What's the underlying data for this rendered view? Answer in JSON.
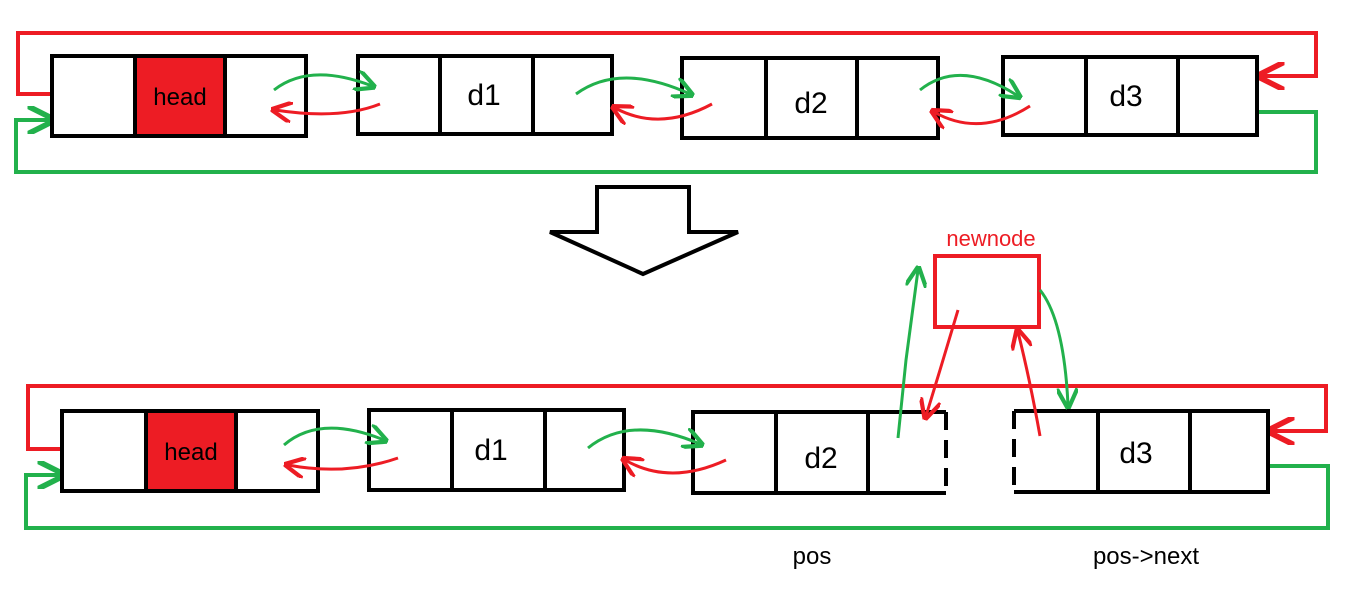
{
  "colors": {
    "next_link": "#22b14c",
    "prev_link": "#ed1c24",
    "head_fill": "#ed1c24",
    "node_border": "#000000",
    "newnode": "#ed1c24"
  },
  "before": {
    "nodes": [
      {
        "label": "head",
        "is_head": true
      },
      {
        "label": "d1"
      },
      {
        "label": "d2"
      },
      {
        "label": "d3"
      }
    ]
  },
  "after": {
    "nodes": [
      {
        "label": "head",
        "is_head": true
      },
      {
        "label": "d1"
      },
      {
        "label": "d2"
      },
      {
        "label": "d3"
      }
    ],
    "newnode_label": "newnode",
    "pos_label": "pos",
    "pos_next_label": "pos->next"
  },
  "transition_icon": "down-arrow-outline-icon"
}
